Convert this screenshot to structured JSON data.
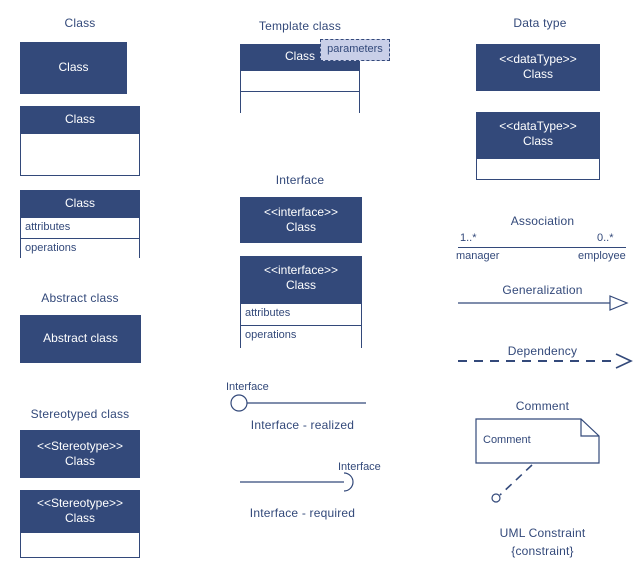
{
  "page": {
    "title": "UML class diagram notation reference",
    "colors": {
      "fill_dark": "#33497a",
      "stroke": "#33497a",
      "text_on_dark": "#ffffff",
      "param_fill": "#c9cfe8",
      "background": "#ffffff"
    }
  },
  "sections": {
    "class": {
      "caption": "Class",
      "box1": {
        "name": "Class"
      },
      "box2": {
        "name": "Class",
        "body": ""
      },
      "box3": {
        "name": "Class",
        "attributes": "attributes",
        "operations": "operations"
      }
    },
    "abstract_class": {
      "caption": "Abstract class",
      "box": {
        "name": "Abstract class"
      }
    },
    "stereotyped_class": {
      "caption": "Stereotyped class",
      "box1": {
        "stereotype": "<<Stereotype>>",
        "name": "Class"
      },
      "box2": {
        "stereotype": "<<Stereotype>>",
        "name": "Class",
        "body": ""
      }
    },
    "template_class": {
      "caption": "Template class",
      "box": {
        "name": "Class",
        "section2": "",
        "section3": ""
      },
      "parameters": "parameters"
    },
    "interface": {
      "caption": "Interface",
      "box1": {
        "stereotype": "<<interface>>",
        "name": "Class"
      },
      "box2": {
        "stereotype": "<<interface>>",
        "name": "Class",
        "attributes": "attributes",
        "operations": "operations"
      }
    },
    "interface_realized": {
      "label": "Interface",
      "caption": "Interface - realized"
    },
    "interface_required": {
      "label": "Interface",
      "caption": "Interface - required"
    },
    "data_type": {
      "caption": "Data type",
      "box1": {
        "stereotype": "<<dataType>>",
        "name": "Class"
      },
      "box2": {
        "stereotype": "<<dataType>>",
        "name": "Class",
        "body": ""
      }
    },
    "association": {
      "caption": "Association",
      "source_multiplicity": "1..*",
      "source_role": "manager",
      "target_multiplicity": "0..*",
      "target_role": "employee"
    },
    "generalization": {
      "caption": "Generalization"
    },
    "dependency": {
      "caption": "Dependency"
    },
    "comment": {
      "caption": "Comment",
      "text": "Comment"
    },
    "uml_constraint": {
      "caption": "UML Constraint",
      "text": "{constraint}"
    }
  }
}
